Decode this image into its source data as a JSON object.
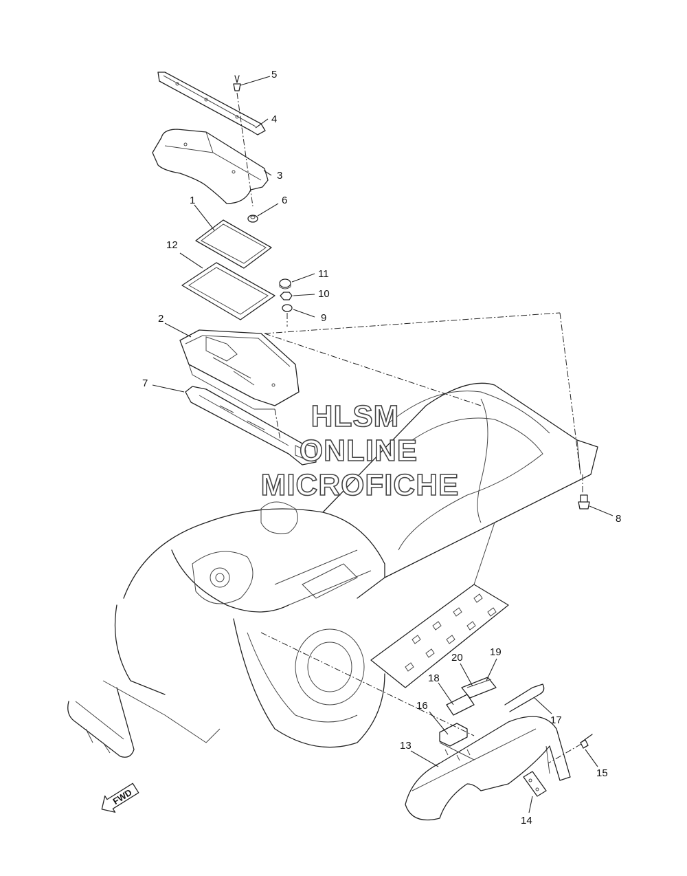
{
  "callouts": [
    {
      "id": "1",
      "label": "1"
    },
    {
      "id": "2",
      "label": "2"
    },
    {
      "id": "3",
      "label": "3"
    },
    {
      "id": "4",
      "label": "4"
    },
    {
      "id": "5",
      "label": "5"
    },
    {
      "id": "6",
      "label": "6"
    },
    {
      "id": "7",
      "label": "7"
    },
    {
      "id": "8",
      "label": "8"
    },
    {
      "id": "9",
      "label": "9"
    },
    {
      "id": "10",
      "label": "10"
    },
    {
      "id": "11",
      "label": "11"
    },
    {
      "id": "12",
      "label": "12"
    },
    {
      "id": "13",
      "label": "13"
    },
    {
      "id": "14",
      "label": "14"
    },
    {
      "id": "15",
      "label": "15"
    },
    {
      "id": "16",
      "label": "16"
    },
    {
      "id": "17",
      "label": "17"
    },
    {
      "id": "18",
      "label": "18"
    },
    {
      "id": "19",
      "label": "19"
    },
    {
      "id": "20",
      "label": "20"
    }
  ],
  "watermark": {
    "line1": "HLSM",
    "line2": "ONLINE",
    "line3": "MICROFICHE"
  },
  "fwd_arrow": {
    "label": "FWD"
  }
}
